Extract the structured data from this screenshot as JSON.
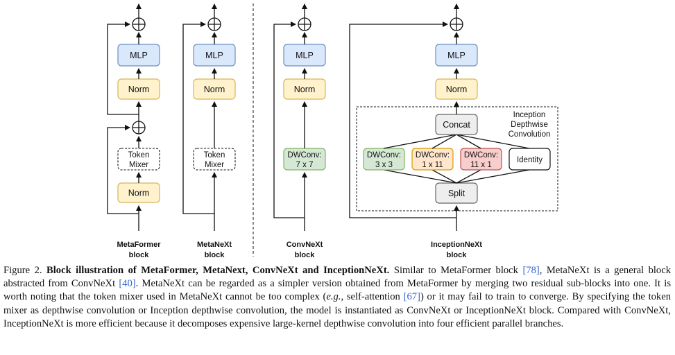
{
  "diagram": {
    "mlp": "MLP",
    "norm": "Norm",
    "token_mixer": [
      "Token",
      "Mixer"
    ],
    "dwconv_7x7": [
      "DWConv:",
      "7 x 7"
    ],
    "concat": "Concat",
    "split": "Split",
    "identity": "Identity",
    "branch_3x3": [
      "DWConv:",
      "3 x 3"
    ],
    "branch_1x11": [
      "DWConv:",
      "1 x 11"
    ],
    "branch_11x1": [
      "DWConv:",
      "11 x 1"
    ],
    "inception_annotation": [
      "Inception",
      "Depthwise",
      "Convolution"
    ],
    "block_labels": {
      "metaformer": [
        "MetaFormer",
        "block"
      ],
      "metanext": [
        "MetaNeXt",
        "block"
      ],
      "convnext": [
        "ConvNeXt",
        "block"
      ],
      "inceptionnext": [
        "InceptionNeXt",
        "block"
      ]
    },
    "colors": {
      "mlp_fill": "#dae8fc",
      "mlp_stroke": "#6c8ebf",
      "norm_fill": "#fff2cc",
      "norm_stroke": "#d6b656",
      "green_fill": "#d5e8d4",
      "green_stroke": "#82b366",
      "peach_fill": "#ffe6cc",
      "peach_stroke": "#d79b00",
      "red_fill": "#f8cecc",
      "red_stroke": "#b85450",
      "gray_fill": "#eeeeee",
      "gray_stroke": "#666666"
    }
  },
  "caption": {
    "fig_label": "Figure 2.",
    "bold_title": "Block illustration of MetaFormer, MetaNext, ConvNeXt and InceptionNeXt.",
    "t1": "Similar to MetaFormer block",
    "r1": "[78]",
    "t2": ", MetaNeXt is a general block abstracted from ConvNeXt",
    "r2": "[40]",
    "t3": ". MetaNeXt can be regarded as a simpler version obtained from MetaFormer by merging two residual sub-blocks into one. It is worth noting that the token mixer used in MetaNeXt cannot be too complex (",
    "eg": "e.g.",
    "t4": ", self-attention",
    "r3": "[67]",
    "t5": ") or it may fail to train to converge. By specifying the token mixer as depthwise convolution or Inception depthwise convolution, the model is instantiated as ConvNeXt or InceptionNeXt block. Compared with ConvNeXt, InceptionNeXt is more efficient because it decomposes expensive large-kernel depthwise convolution into four efficient parallel branches."
  }
}
